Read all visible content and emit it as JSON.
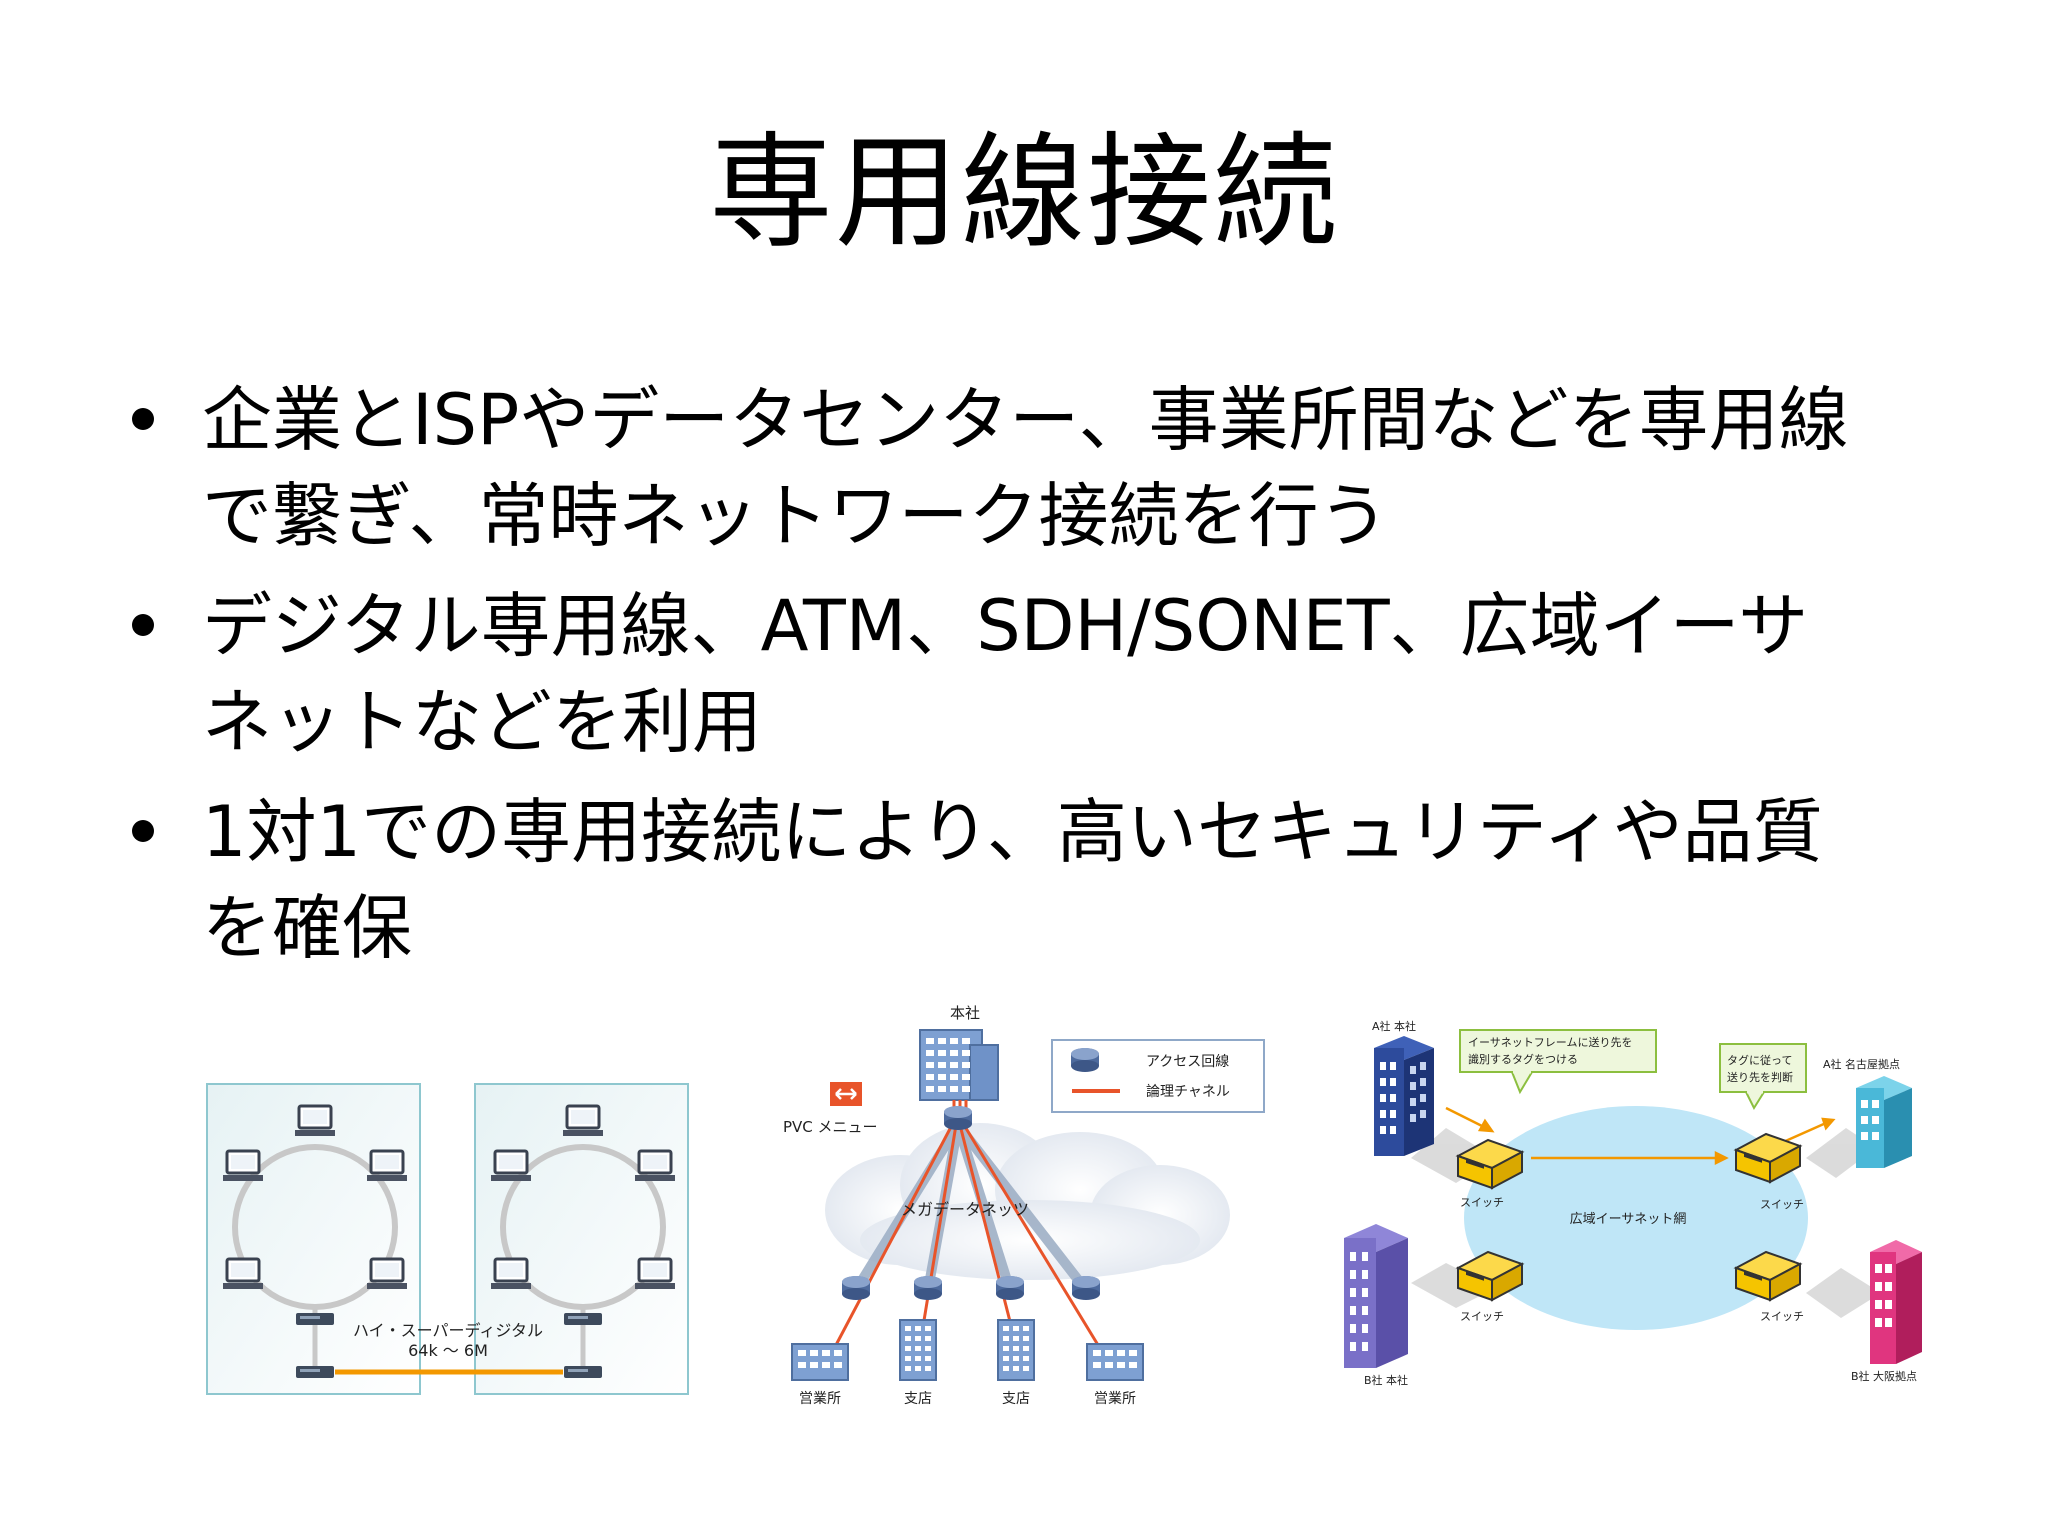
{
  "slide": {
    "title": "専用線接続",
    "bullets": [
      {
        "line1": "企業とISPやデータセンター、事業所間などを専用線",
        "line2": "で繋ぎ、常時ネットワーク接続を行う"
      },
      {
        "line1": "デジタル専用線、ATM、SDH/SONET、広域イーサ",
        "line2": "ネットなどを利用"
      },
      {
        "line1": "1対1での専用接続により、高いセキュリティや品質",
        "line2": "を確保"
      }
    ]
  },
  "figure1": {
    "link_label": "ハイ・スーパーディジタル",
    "link_speed": "64k ～ 6M"
  },
  "figure2": {
    "hq_label": "本社",
    "legend_access": "アクセス回線",
    "legend_logical": "論理チャネル",
    "pvc_menu": "PVC メニュー",
    "network_label": "メガデータネッツ",
    "sites": [
      "営業所",
      "支店",
      "支店",
      "営業所"
    ]
  },
  "figure3": {
    "a_hq": "A社 本社",
    "b_hq": "B社 本社",
    "a_branch": "A社 名古屋拠点",
    "b_branch": "B社 大阪拠点",
    "callout_tag": "イーサネットフレームに送り先を識別するタグをつける",
    "callout_tag_line1": "イーサネットフレームに送り先を",
    "callout_tag_line2": "識別するタグをつける",
    "callout_route_line1": "タグに従って",
    "callout_route_line2": "送り先を判断",
    "network_label": "広域イーサネット網",
    "switch_label": "スイッチ"
  },
  "colors": {
    "orange_link": "#f39800",
    "channel_red": "#e8542a",
    "ring_gray": "#c8c8c8",
    "ellipse_blue": "#bfe6f7",
    "switch_yellow": "#f5c400"
  }
}
